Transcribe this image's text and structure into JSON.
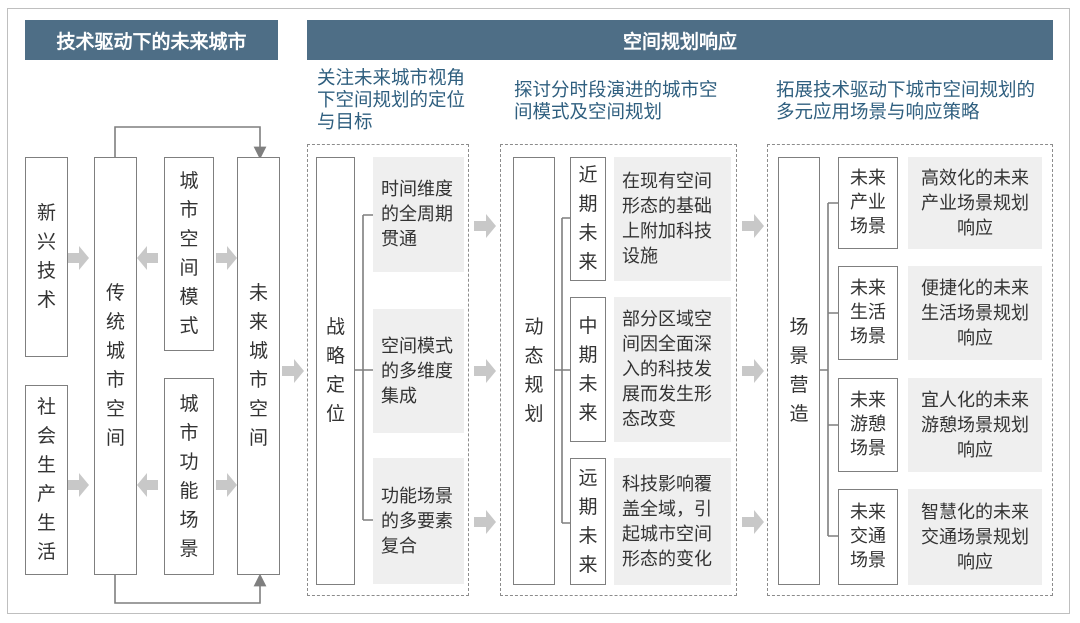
{
  "left_header": "技术驱动下的未来城市",
  "right_header": "空间规划响应",
  "left": {
    "new_tech": "新兴技术",
    "social_production": "社会生产生活",
    "traditional_city": "传统城市空间",
    "spatial_mode": "城市空间模式",
    "functional_scene": "城市功能场景",
    "future_city": "未来城市空间"
  },
  "columns": [
    {
      "title": "关注未来城市视角下空间规划的定位与目标",
      "main": "战略定位",
      "items": [
        "时间维度的全周期贯通",
        "空间模式的多维度集成",
        "功能场景的多要素复合"
      ]
    },
    {
      "title": "探讨分时段演进的城市空间模式及空间规划",
      "main": "动态规划",
      "items": [
        {
          "label": "近期未来",
          "text": "在现有空间形态的基础上附加科技设施"
        },
        {
          "label": "中期未来",
          "text": "部分区域空间因全面深入的科技发展而发生形态改变"
        },
        {
          "label": "远期未来",
          "text": "科技影响覆盖全域，引起城市空间形态的变化"
        }
      ]
    },
    {
      "title": "拓展技术驱动下城市空间规划的多元应用场景与响应策略",
      "main": "场景营造",
      "items": [
        {
          "label": "未来产业场景",
          "text": "高效化的未来产业场景规划响应"
        },
        {
          "label": "未来生活场景",
          "text": "便捷化的未来生活场景规划响应"
        },
        {
          "label": "未来游憩场景",
          "text": "宜人化的未来游憩场景规划响应"
        },
        {
          "label": "未来交通场景",
          "text": "智慧化的未来交通场景规划响应"
        }
      ]
    }
  ],
  "colors": {
    "header": "#4e6e86",
    "title_text": "#2f5f7f",
    "arrow": "#c8c8c8",
    "box_border": "#7f7f7f",
    "gray_fill": "#efefef"
  }
}
